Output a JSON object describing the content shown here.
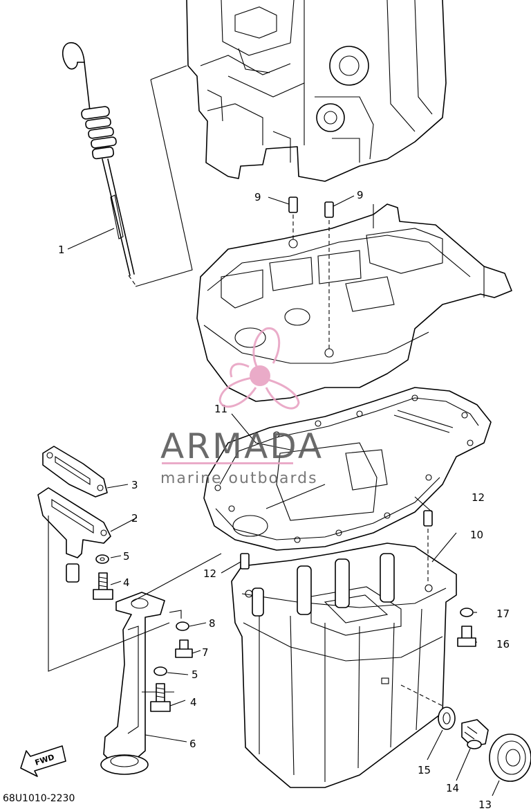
{
  "diagram": {
    "part_code": "68U1010-2230",
    "fwd_label": "FWD",
    "callouts": [
      {
        "id": "c1",
        "label": "1"
      },
      {
        "id": "c2",
        "label": "2"
      },
      {
        "id": "c3",
        "label": "3"
      },
      {
        "id": "c4a",
        "label": "4"
      },
      {
        "id": "c4b",
        "label": "4"
      },
      {
        "id": "c5a",
        "label": "5"
      },
      {
        "id": "c5b",
        "label": "5"
      },
      {
        "id": "c6",
        "label": "6"
      },
      {
        "id": "c7",
        "label": "7"
      },
      {
        "id": "c8",
        "label": "8"
      },
      {
        "id": "c9a",
        "label": "9"
      },
      {
        "id": "c9b",
        "label": "9"
      },
      {
        "id": "c10",
        "label": "10"
      },
      {
        "id": "c11",
        "label": "11"
      },
      {
        "id": "c12a",
        "label": "12"
      },
      {
        "id": "c12b",
        "label": "12"
      },
      {
        "id": "c13",
        "label": "13"
      },
      {
        "id": "c14",
        "label": "14"
      },
      {
        "id": "c15",
        "label": "15"
      },
      {
        "id": "c16",
        "label": "16"
      },
      {
        "id": "c17",
        "label": "17"
      }
    ]
  },
  "watermark": {
    "brand": "ARMADA",
    "tagline": "marine outboards",
    "color": "#e8a3c3"
  }
}
